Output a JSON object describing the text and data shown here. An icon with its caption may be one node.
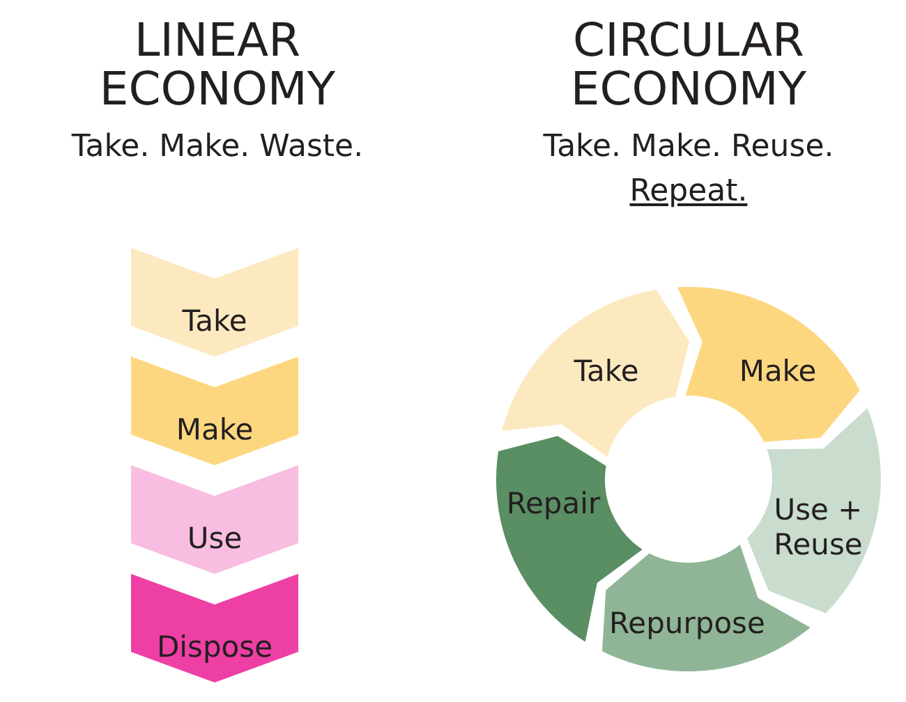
{
  "diagram": {
    "nodes": [
      {
        "text": [
          "Take"
        ]
      },
      {
        "text": [
          "Make"
        ]
      },
      {
        "text": [
          "Use"
        ]
      },
      {
        "text": [
          "Dispose"
        ]
      },
      {
        "text": [
          "Take"
        ]
      },
      {
        "text": [
          "Make"
        ]
      },
      {
        "text": [
          "Use + Reuse"
        ]
      },
      {
        "text": [
          "Repurpose"
        ]
      },
      {
        "text": [
          "Repair"
        ]
      }
    ],
    "labels": [
      "LINEAR ECONOMY",
      "Take. Make. Waste.",
      "CIRCULAR ECONOMY",
      "Take. Make. Reuse.",
      "Repeat."
    ]
  }
}
